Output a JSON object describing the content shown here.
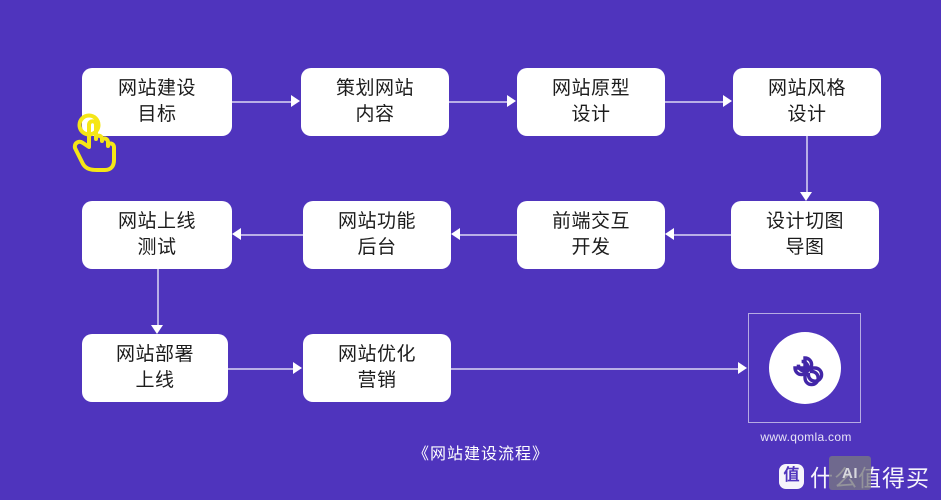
{
  "theme": {
    "background": "#4f34bd",
    "node_fill": "#ffffff",
    "node_text": "#1c1c1c",
    "connector": "#b9aee6",
    "arrow": "#ffffff",
    "cursor": "#f5e616"
  },
  "diagram": {
    "caption": "《网站建设流程》",
    "rows": [
      {
        "nodes": [
          {
            "line1": "网站建设",
            "line2": "目标"
          },
          {
            "line1": "策划网站",
            "line2": "内容"
          },
          {
            "line1": "网站原型",
            "line2": "设计"
          },
          {
            "line1": "网站风格",
            "line2": "设计"
          }
        ]
      },
      {
        "nodes": [
          {
            "line1": "网站上线",
            "line2": "测试"
          },
          {
            "line1": "网站功能",
            "line2": "后台"
          },
          {
            "line1": "前端交互",
            "line2": "开发"
          },
          {
            "line1": "设计切图",
            "line2": "导图"
          }
        ]
      },
      {
        "nodes": [
          {
            "line1": "网站部署",
            "line2": "上线"
          },
          {
            "line1": "网站优化",
            "line2": "营销"
          }
        ]
      }
    ]
  },
  "brand": {
    "url": "www.qomla.com",
    "logo_name": "qomla-pinwheel-logo"
  },
  "watermark": {
    "badge": "值",
    "text": "什么值得买",
    "ai_badge": "AI"
  }
}
